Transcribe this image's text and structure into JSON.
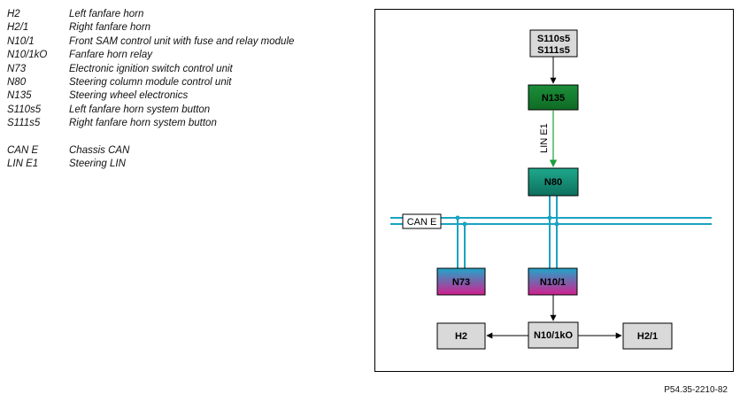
{
  "legend": {
    "items": [
      {
        "code": "H2",
        "desc": "Left fanfare horn"
      },
      {
        "code": "H2/1",
        "desc": "Right fanfare horn"
      },
      {
        "code": "N10/1",
        "desc": "Front SAM control unit with fuse and relay module"
      },
      {
        "code": "N10/1kO",
        "desc": "Fanfare horn relay"
      },
      {
        "code": "N73",
        "desc": "Electronic ignition switch control unit"
      },
      {
        "code": "N80",
        "desc": "Steering column module control unit"
      },
      {
        "code": "N135",
        "desc": "Steering wheel electronics"
      },
      {
        "code": "S110s5",
        "desc": "Left fanfare horn system button"
      },
      {
        "code": "S111s5",
        "desc": "Right fanfare horn system button"
      }
    ],
    "bus_items": [
      {
        "code": "CAN E",
        "desc": "Chassis CAN"
      },
      {
        "code": "LIN E1",
        "desc": "Steering LIN"
      }
    ]
  },
  "diagram": {
    "buttons_line1": "S110s5",
    "buttons_line2": "S111s5",
    "n135": "N135",
    "lin_label": "LIN E1",
    "n80": "N80",
    "can_label": "CAN E",
    "n73": "N73",
    "n10_1": "N10/1",
    "relay": "N10/1kO",
    "h2": "H2",
    "h2_1": "H2/1"
  },
  "colors": {
    "can_bus": "#1aa3c1",
    "lin_bus": "#1a9e3a",
    "grey_box": "#d9d9d9",
    "green_top": "#1c8f3a",
    "green_bottom": "#0f6b24",
    "teal_top": "#1fa98c",
    "teal_bottom": "#0d6f5e",
    "magenta_top": "#20a6c8",
    "magenta_bottom": "#d21f8f"
  },
  "figure_ref": "P54.35-2210-82"
}
